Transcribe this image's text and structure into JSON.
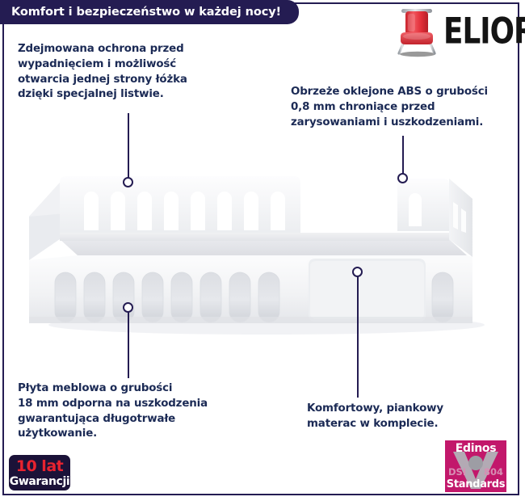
{
  "header": {
    "title": "Komfort i bezpieczeństwo w każdej nocy!"
  },
  "logo": {
    "wordmark": "ELIOR",
    "icon": "red-chair-icon"
  },
  "callouts": [
    {
      "id": "rail",
      "lines": [
        "Zdejmowana ochrona przed",
        "wypadnięciem i możliwość",
        "otwarcia jednej strony łóżka",
        "dzięki specjalnej listwie."
      ]
    },
    {
      "id": "abs",
      "lines": [
        "Obrzeże oklejone ABS o grubości",
        "0,8 mm chroniące przed",
        "zarysowaniami i uszkodzeniami."
      ]
    },
    {
      "id": "board",
      "lines": [
        "Płyta meblowa o grubości",
        "18 mm odporna na uszkodzenia",
        "gwarantująca długotrwałe",
        "użytkowanie."
      ]
    },
    {
      "id": "mattress",
      "lines": [
        "Komfortowy, piankowy",
        "materac w komplecie."
      ]
    }
  ],
  "badges": {
    "warranty": {
      "years": "10 lat",
      "label": "Gwarancji"
    },
    "edinos": {
      "brand": "Edinos",
      "dsi": "DSI",
      "number": "804",
      "standards": "Standards"
    }
  },
  "colors": {
    "navy": "#241c52",
    "text_navy": "#1b2a55",
    "banner_bg": "#241c52",
    "warranty_red": "#e8232f",
    "edinos_magenta": "#c2186b",
    "chair_red": "#e8323c",
    "bed_white": "#f4f5f7"
  },
  "product": {
    "name": "white-toddler-bed-with-safety-rail"
  }
}
